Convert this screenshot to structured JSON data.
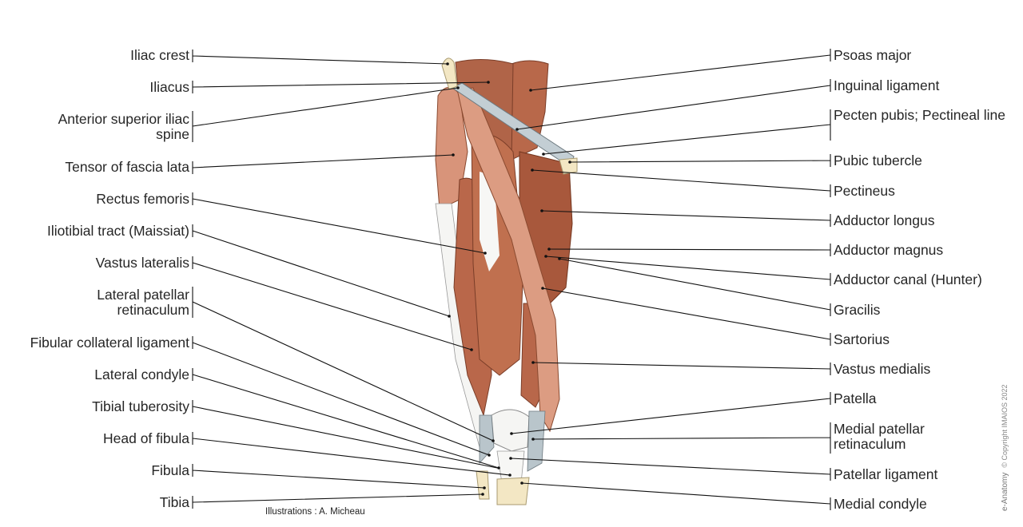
{
  "labels_left": [
    {
      "text": "Iliac crest"
    },
    {
      "text": "Iliacus"
    },
    {
      "text": "Anterior superior iliac spine"
    },
    {
      "text": "Tensor of fascia lata"
    },
    {
      "text": "Rectus femoris"
    },
    {
      "text": "Iliotibial tract (Maissiat)"
    },
    {
      "text": "Vastus lateralis"
    },
    {
      "text": "Lateral patellar retinaculum"
    },
    {
      "text": "Fibular collateral ligament"
    },
    {
      "text": "Lateral condyle"
    },
    {
      "text": "Tibial tuberosity"
    },
    {
      "text": "Head of fibula"
    },
    {
      "text": "Fibula"
    },
    {
      "text": "Tibia"
    }
  ],
  "labels_right": [
    {
      "text": "Psoas major"
    },
    {
      "text": "Inguinal ligament"
    },
    {
      "text": "Pecten pubis; Pectineal line"
    },
    {
      "text": "Pubic tubercle"
    },
    {
      "text": "Pectineus"
    },
    {
      "text": "Adductor longus"
    },
    {
      "text": "Adductor magnus"
    },
    {
      "text": "Adductor canal (Hunter)"
    },
    {
      "text": "Gracilis"
    },
    {
      "text": "Sartorius"
    },
    {
      "text": "Vastus medialis"
    },
    {
      "text": "Patella"
    },
    {
      "text": "Medial patellar retinaculum"
    },
    {
      "text": "Patellar ligament"
    },
    {
      "text": "Medial condyle"
    }
  ],
  "credit": "Illustrations : A. Micheau",
  "brand": {
    "name": "e-Anatomy",
    "copyright": "© Copyright IMAIOS 2022"
  },
  "colors": {
    "muscle": "#b86a4e",
    "muscle_light": "#d89a80",
    "tendon": "#f4f4f2",
    "bone": "#f3e7c4",
    "ligament": "#c9d2d6",
    "line": "#111111"
  }
}
